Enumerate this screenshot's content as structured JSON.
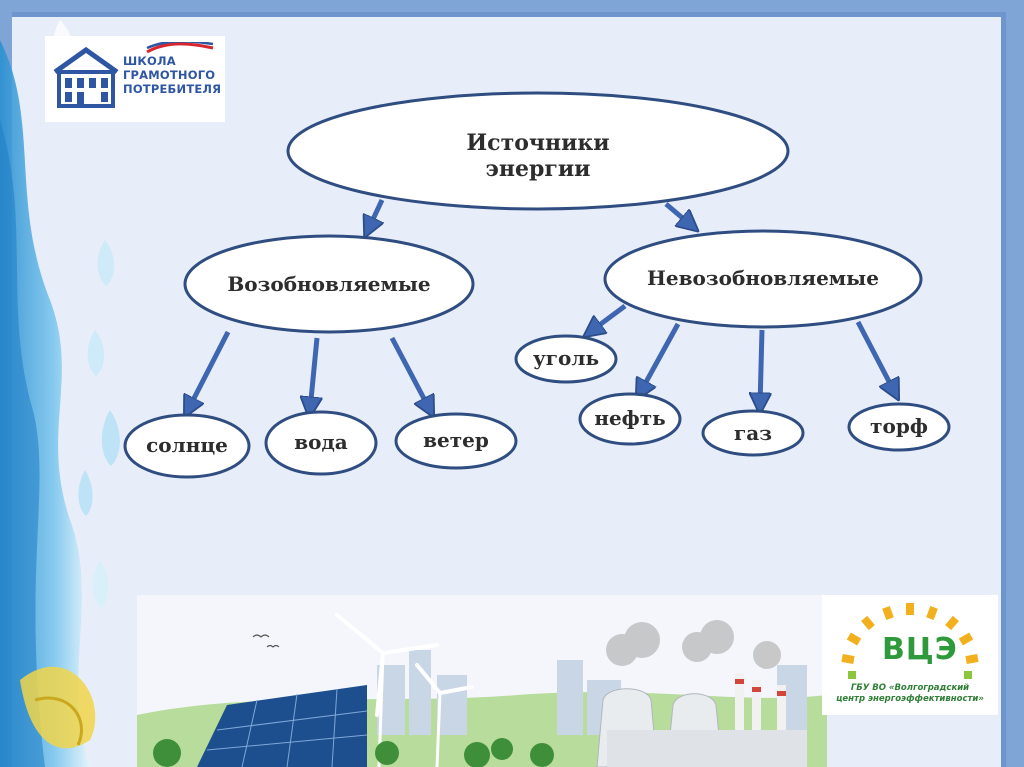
{
  "logo_school": {
    "lines": [
      "ШКОЛА",
      "ГРАМОТНОГО",
      "ПОТРЕБИТЕЛЯ"
    ]
  },
  "diagram": {
    "root": {
      "line1": "Источники",
      "line2": "энергии"
    },
    "renewable": {
      "label": "Возобновляемые",
      "items": [
        "солнце",
        "вода",
        "ветер"
      ]
    },
    "nonrenewable": {
      "label": "Невозобновляемые",
      "items": [
        "уголь",
        "нефть",
        "газ",
        "торф"
      ]
    }
  },
  "logo_center": {
    "abbr": "ВЦЭ",
    "caption_line1": "ГБУ ВО «Волгоградский",
    "caption_line2": "центр энергоэффективности»"
  },
  "colors": {
    "background": "#7fa4d6",
    "panel": "#e8eef9",
    "ellipse_stroke": "#2f4d80",
    "arrow": "#3f66b0",
    "arrow_stroke": "#2c4c8c",
    "text": "#2d2d2d",
    "school_logo": "#2e56a3",
    "center_logo": "#2f9a3b",
    "sun_rays": "#f2b01e"
  }
}
